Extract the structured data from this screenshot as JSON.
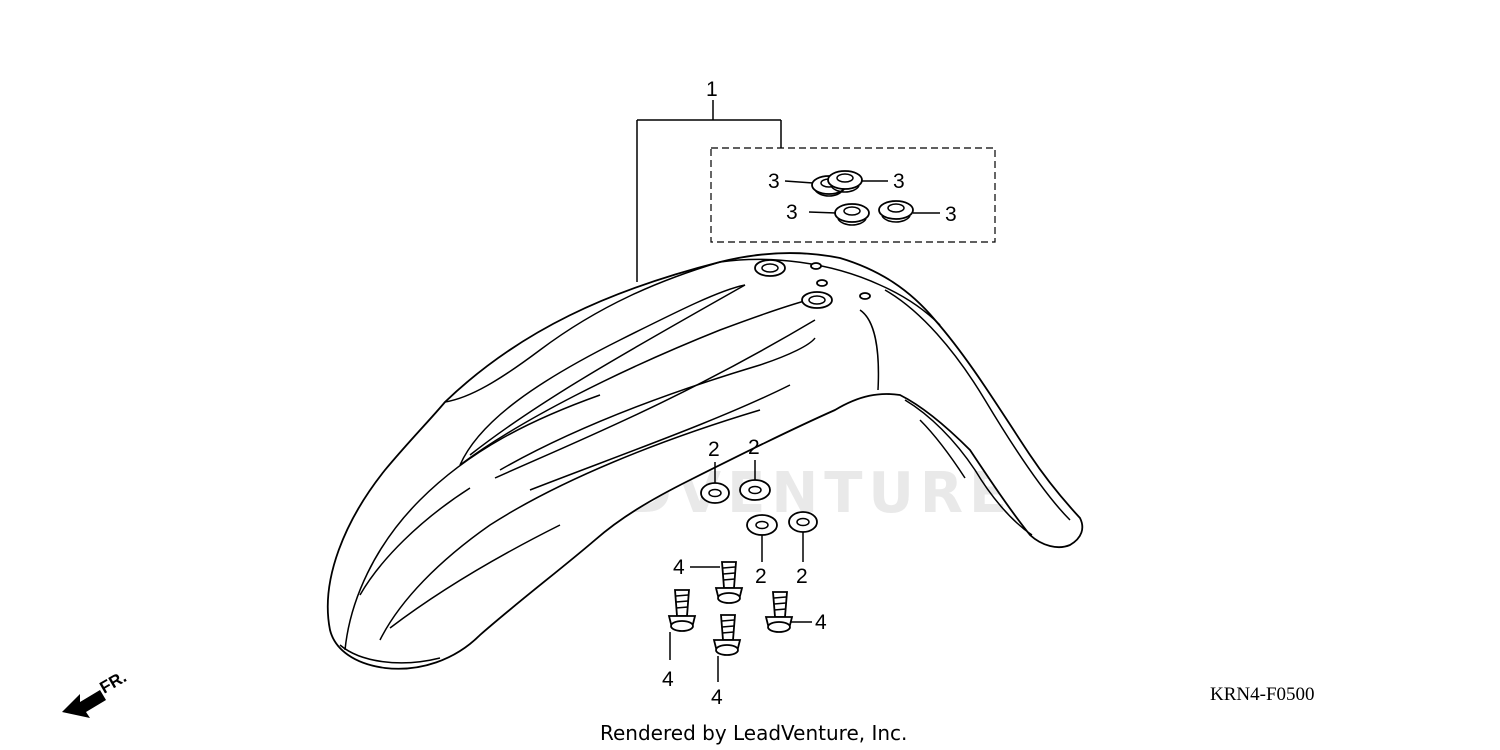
{
  "diagram": {
    "watermark": "LEADVENTURE",
    "part_code": "KRN4-F0500",
    "credit": "Rendered by LeadVenture, Inc.",
    "front_indicator": "FR.",
    "callouts": {
      "fender": "1",
      "washer": "2",
      "grommet": "3",
      "bolt": "4"
    }
  }
}
